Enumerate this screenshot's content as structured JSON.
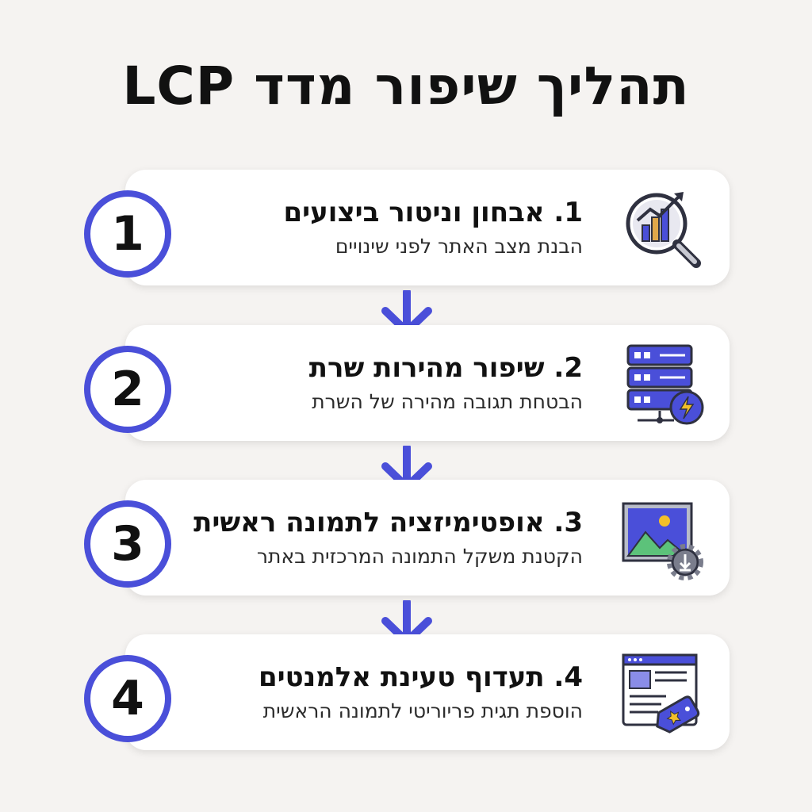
{
  "title": "תהליך שיפור מדד LCP",
  "steps": [
    {
      "number": "1",
      "heading": "1. אבחון וניטור ביצועים",
      "subtitle": "הבנת מצב האתר לפני שינויים",
      "icon": "chart-magnifier-icon"
    },
    {
      "number": "2",
      "heading": "2. שיפור מהירות שרת",
      "subtitle": "הבטחת תגובה מהירה של השרת",
      "icon": "server-lightning-icon"
    },
    {
      "number": "3",
      "heading": "3. אופטימיזציה לתמונה ראשית",
      "subtitle": "הקטנת משקל התמונה המרכזית באתר",
      "icon": "image-optimize-icon"
    },
    {
      "number": "4",
      "heading": "4. תעדוף טעינת אלמנטים",
      "subtitle": "הוספת תגית פריוריטי לתמונה הראשית",
      "icon": "browser-priority-tag-icon"
    }
  ],
  "colors": {
    "accent": "#4a4fd9",
    "background": "#f5f3f1",
    "card": "#ffffff",
    "text": "#111111"
  }
}
